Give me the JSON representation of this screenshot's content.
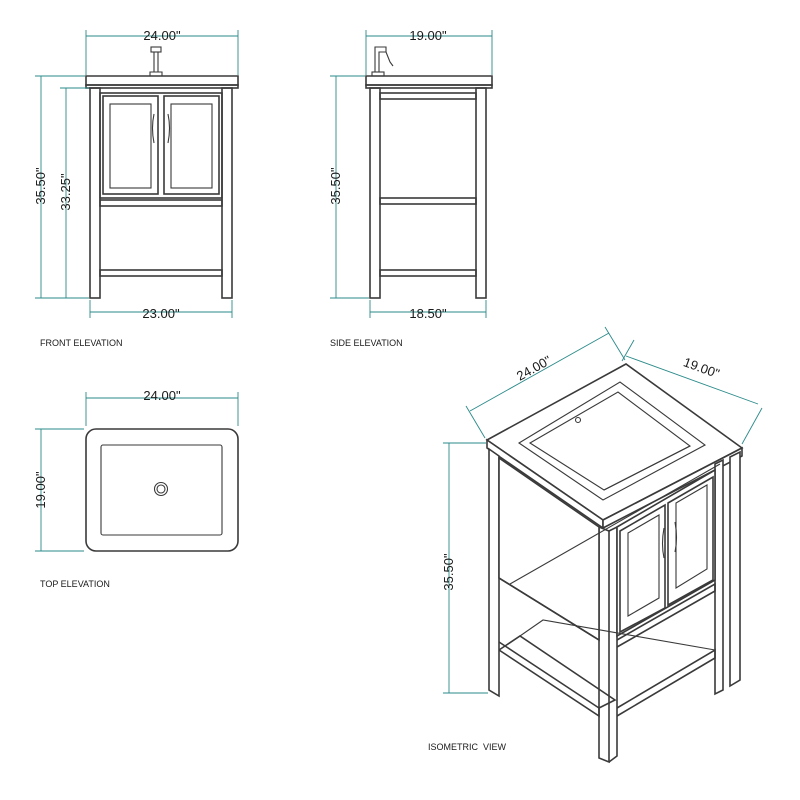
{
  "views": {
    "front": {
      "label": "FRONT ELEVATION",
      "width": "24.00\"",
      "base_width": "23.00\"",
      "height": "35.50\"",
      "inner_height": "33.25\""
    },
    "side": {
      "label": "SIDE ELEVATION",
      "depth": "19.00\"",
      "base_depth": "18.50\"",
      "height": "35.50\""
    },
    "top": {
      "label": "TOP ELEVATION",
      "width": "24.00\"",
      "depth": "19.00\""
    },
    "iso": {
      "label": "ISOMETRIC  VIEW",
      "width": "24.00\"",
      "depth": "19.00\"",
      "height": "35.50\""
    }
  },
  "colors": {
    "line": "#3a3a3a",
    "dimension": "#2b8a8a"
  }
}
